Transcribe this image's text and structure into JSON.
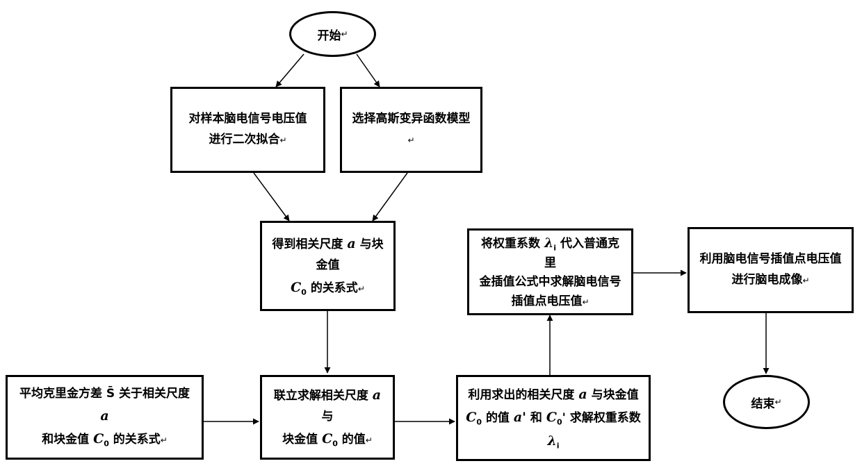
{
  "nodes": {
    "start": {
      "text": "开始",
      "mark": "↵"
    },
    "fit": {
      "line1": "对样本脑电信号电压值",
      "line2": "进行二次拟合",
      "mark": "↵"
    },
    "model": {
      "text": "选择高斯变异函数模型",
      "mark": "↵"
    },
    "relation": {
      "l1a": "得到相关尺度",
      "a": "a",
      "l1b": "与块金值",
      "c": "C",
      "sub0": "0",
      "l2": "的关系式",
      "mark": "↵"
    },
    "kriging_var": {
      "l1a": "平均克里金方差",
      "s": "S̄",
      "l1b": "关于相关尺度",
      "a": "a",
      "l2a": "和块金值",
      "c": "C",
      "sub0": "0",
      "l2b": "的关系式",
      "mark": "↵"
    },
    "solve": {
      "l1a": "联立求解相关尺度",
      "a": "a",
      "l1b": "与",
      "l2a": "块金值",
      "c": "C",
      "sub0": "0",
      "l2b": "的值",
      "mark": "↵"
    },
    "weights": {
      "l1a": "利用求出的相关尺度",
      "a": "a",
      "l1b": "与块金值",
      "c": "C",
      "sub0": "0",
      "l2a": "的值",
      "a_prime": "a'",
      "l2b": "和",
      "c_prime": "C",
      "sub0b": "0",
      "prime": "'",
      "l2c": "求解权重系数",
      "lambda": "λ",
      "sub_i": "i"
    },
    "interp": {
      "l1a": "将权重系数",
      "lambda": "λ",
      "sub_i": "i",
      "l1b": "代入普通克里",
      "l2": "金插值公式中求解脑电信号",
      "l3": "插值点电压值",
      "mark": "↵"
    },
    "imaging": {
      "line1": "利用脑电信号插值点电压值",
      "line2": "进行脑电成像",
      "mark": "↵"
    },
    "end": {
      "text": "结束",
      "mark": "↵"
    }
  }
}
